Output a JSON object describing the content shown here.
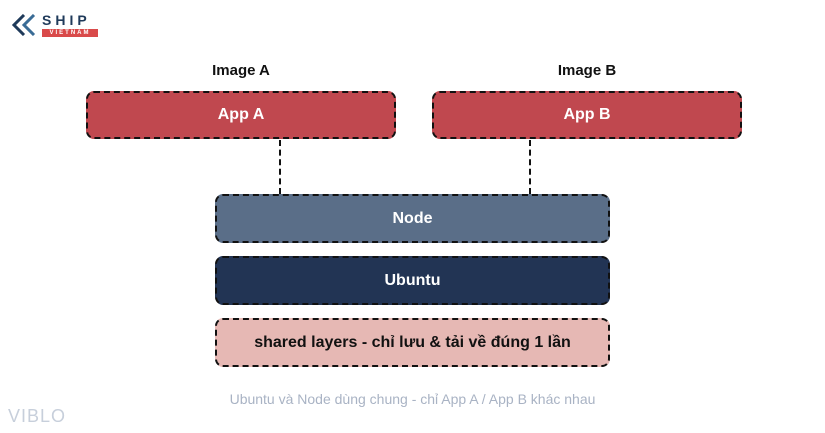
{
  "logo": {
    "brand": "SHIP",
    "sub": "VIETNAM"
  },
  "images": [
    {
      "title": "Image A",
      "app": "App A"
    },
    {
      "title": "Image B",
      "app": "App B"
    }
  ],
  "layers": {
    "node": "Node",
    "ubuntu": "Ubuntu",
    "shared": "shared layers - chỉ lưu & tải về đúng 1 lần"
  },
  "caption": "Ubuntu và Node dùng chung - chỉ App A / App B khác nhau",
  "watermark": "VIBLO",
  "colors": {
    "app": "#c0484f",
    "node": "#5a6e88",
    "ubuntu": "#223454",
    "shared": "#e6b8b4"
  }
}
